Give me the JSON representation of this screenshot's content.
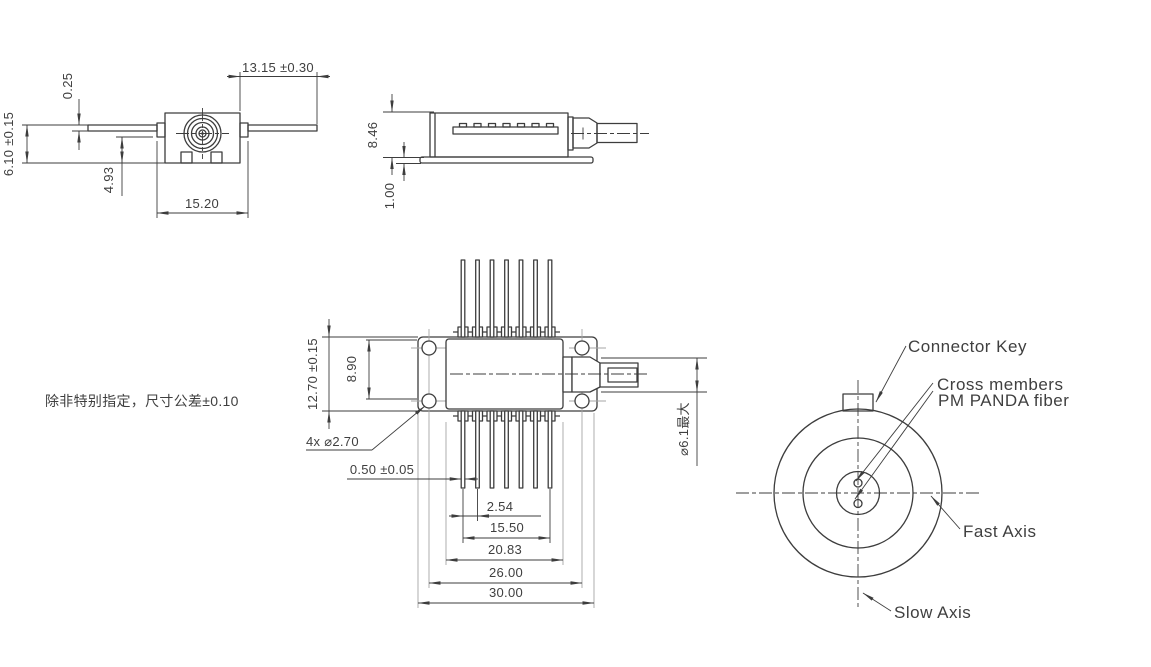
{
  "tolerance_note": "除非特别指定，尺寸公差±0.10",
  "front_view": {
    "dims": {
      "lead_length": "13.15 ±0.30",
      "lead_thickness": "0.25",
      "overall_height": "6.10 ±0.15",
      "lead_to_base": "4.93",
      "shoulder_width": "15.20"
    }
  },
  "side_view": {
    "dims": {
      "body_height": "8.46",
      "base_thickness": "1.00"
    }
  },
  "top_view": {
    "pin_count_top": 7,
    "pin_count_bottom": 7,
    "dims": {
      "flange_width": "12.70 ±0.15",
      "body_width": "8.90",
      "mounting_holes": "4x ⌀2.70",
      "pin_width": "0.50 ±0.05",
      "pin_pitch": "2.54",
      "pin_row_span": "15.50",
      "body_length": "20.83",
      "hole_spacing": "26.00",
      "overall_length": "30.00",
      "boot_max_diameter": "⌀6.1最大"
    }
  },
  "fiber_face_view": {
    "labels": {
      "connector_key": "Connector Key",
      "cross_members": "Cross members",
      "pm_panda_fiber": "PM PANDA fiber",
      "fast_axis": "Fast Axis",
      "slow_axis": "Slow Axis"
    }
  },
  "colors": {
    "line": "#3d3d3d",
    "text": "#3f3f3f",
    "centerline": "#a6a6a6",
    "background": "#ffffff"
  }
}
